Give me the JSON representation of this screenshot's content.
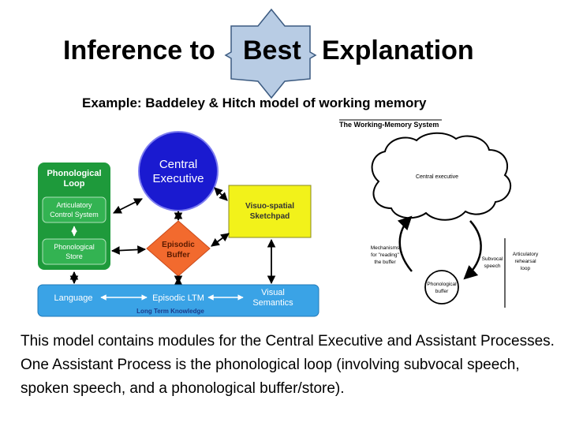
{
  "title": {
    "part1": "Inference to",
    "star_word": "Best",
    "part2": "Explanation"
  },
  "subtitle": "Example: Baddeley & Hitch model of working memory",
  "left_diagram": {
    "phonological_loop": {
      "title_line1": "Phonological",
      "title_line2": "Loop",
      "system_line1": "Articulatory",
      "system_line2": "Control System",
      "store_line1": "Phonological",
      "store_line2": "Store"
    },
    "central_executive_line1": "Central",
    "central_executive_line2": "Executive",
    "episodic_buffer_line1": "Episodic",
    "episodic_buffer_line2": "Buffer",
    "sketchpad_line1": "Visuo-spatial",
    "sketchpad_line2": "Sketchpad",
    "ltm_bar": {
      "language": "Language",
      "episodic_ltm": "Episodic LTM",
      "visual_line1": "Visual",
      "visual_line2": "Semantics",
      "footer": "Long Term Knowledge"
    }
  },
  "right_diagram": {
    "title": "The Working-Memory System",
    "central_executive": "Central executive",
    "mechanisms_line1": "Mechanisms",
    "mechanisms_line2": "for \"reading\"",
    "mechanisms_line3": "the buffer",
    "subvocal_line1": "Subvocal",
    "subvocal_line2": "speech",
    "rehearsal_line1": "Articulatory",
    "rehearsal_line2": "rehearsal",
    "rehearsal_line3": "loop",
    "buffer_line1": "Phonological",
    "buffer_line2": "buffer"
  },
  "caption": "This model contains modules for the Central Executive and Assistant Processes.  One Assistant Process is the phonological loop (involving subvocal speech, spoken speech, and a phonological buffer/store).",
  "colors": {
    "loop_green": "#1e9a3b",
    "central_blue": "#1a1ad0",
    "buffer_orange": "#f26a2e",
    "sketchpad_yellow": "#f2f21a",
    "ltm_blue": "#3aa3e6",
    "star_fill": "#b8cce4",
    "star_stroke": "#3b5a80"
  }
}
